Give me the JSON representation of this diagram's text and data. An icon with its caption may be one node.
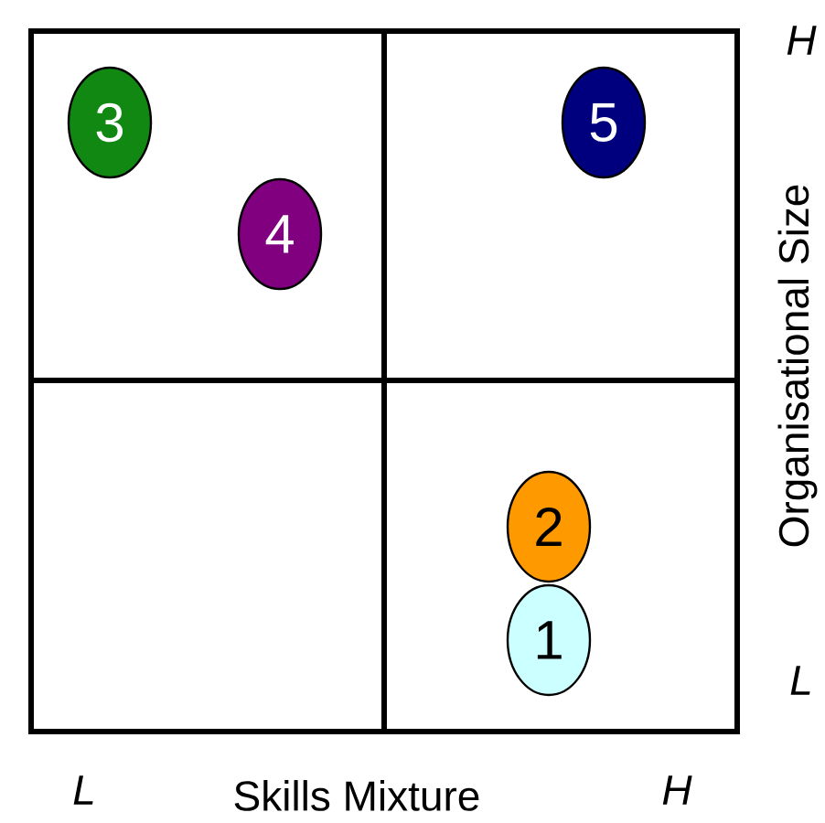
{
  "diagram": {
    "nodes": [
      {
        "text": [
          "3"
        ]
      },
      {
        "text": [
          "5"
        ]
      },
      {
        "text": [
          "4"
        ]
      },
      {
        "text": [
          "2"
        ]
      },
      {
        "text": [
          "1"
        ]
      }
    ],
    "labels": [
      "H",
      "Organisational Size",
      "L",
      "L",
      "Skills Mixture",
      "H"
    ]
  }
}
